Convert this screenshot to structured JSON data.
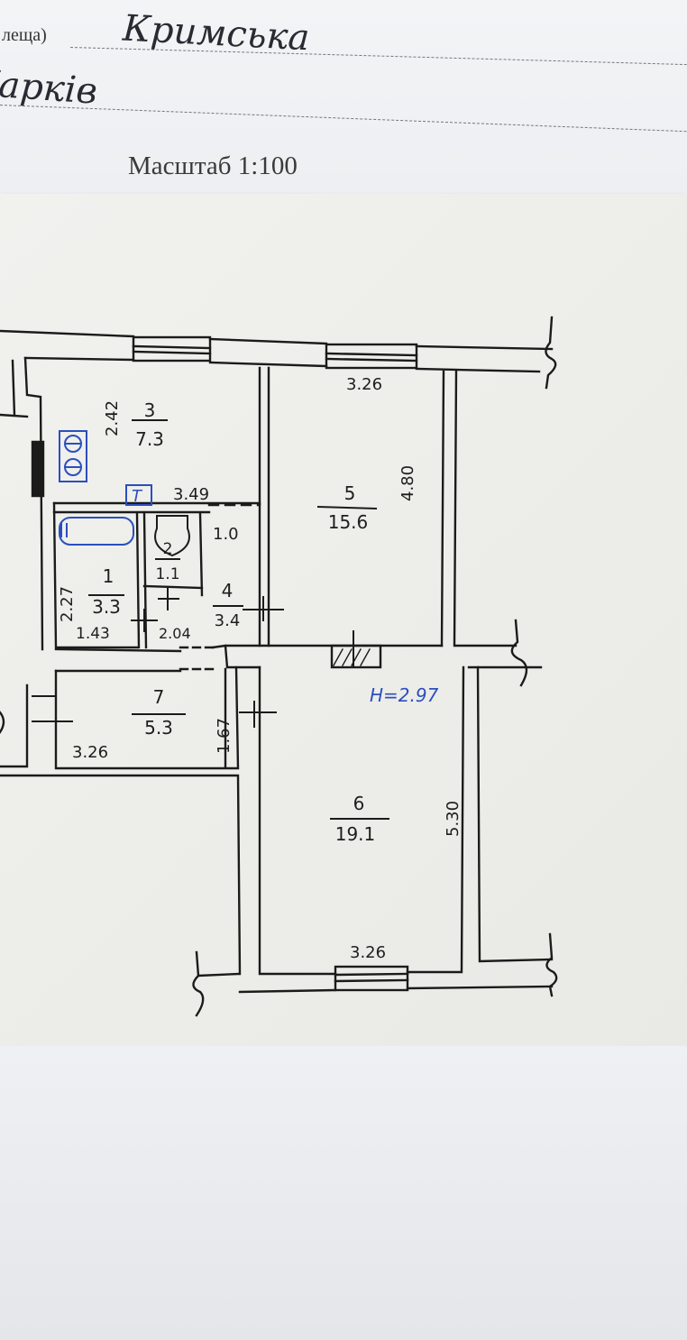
{
  "form": {
    "street_label": "лещa)",
    "street_value": "Кримська",
    "city_value": "Харків",
    "scale_label": "Масштаб 1:100"
  },
  "plan": {
    "ceiling_height": "H=2.97",
    "rooms": [
      {
        "number": "1",
        "area": "3.3"
      },
      {
        "number": "2",
        "area": "1.1"
      },
      {
        "number": "3",
        "area": "7.3"
      },
      {
        "number": "4",
        "area": "3.4"
      },
      {
        "number": "5",
        "area": "15.6"
      },
      {
        "number": "6",
        "area": "19.1"
      },
      {
        "number": "7",
        "area": "5.3"
      }
    ],
    "dimensions": {
      "d_3_26_top": "3.26",
      "d_4_80": "4.80",
      "d_2_42": "2.42",
      "d_3_49": "3.49",
      "d_1_0": "1.0",
      "d_2_27": "2.27",
      "d_1_43": "1.43",
      "d_2_04": "2.04",
      "d_1_67": "1.67",
      "d_3_26_k": "3.26",
      "d_5_30": "5.30",
      "d_3_26_bottom": "3.26"
    },
    "symbols": {
      "heater_label": "T"
    }
  }
}
